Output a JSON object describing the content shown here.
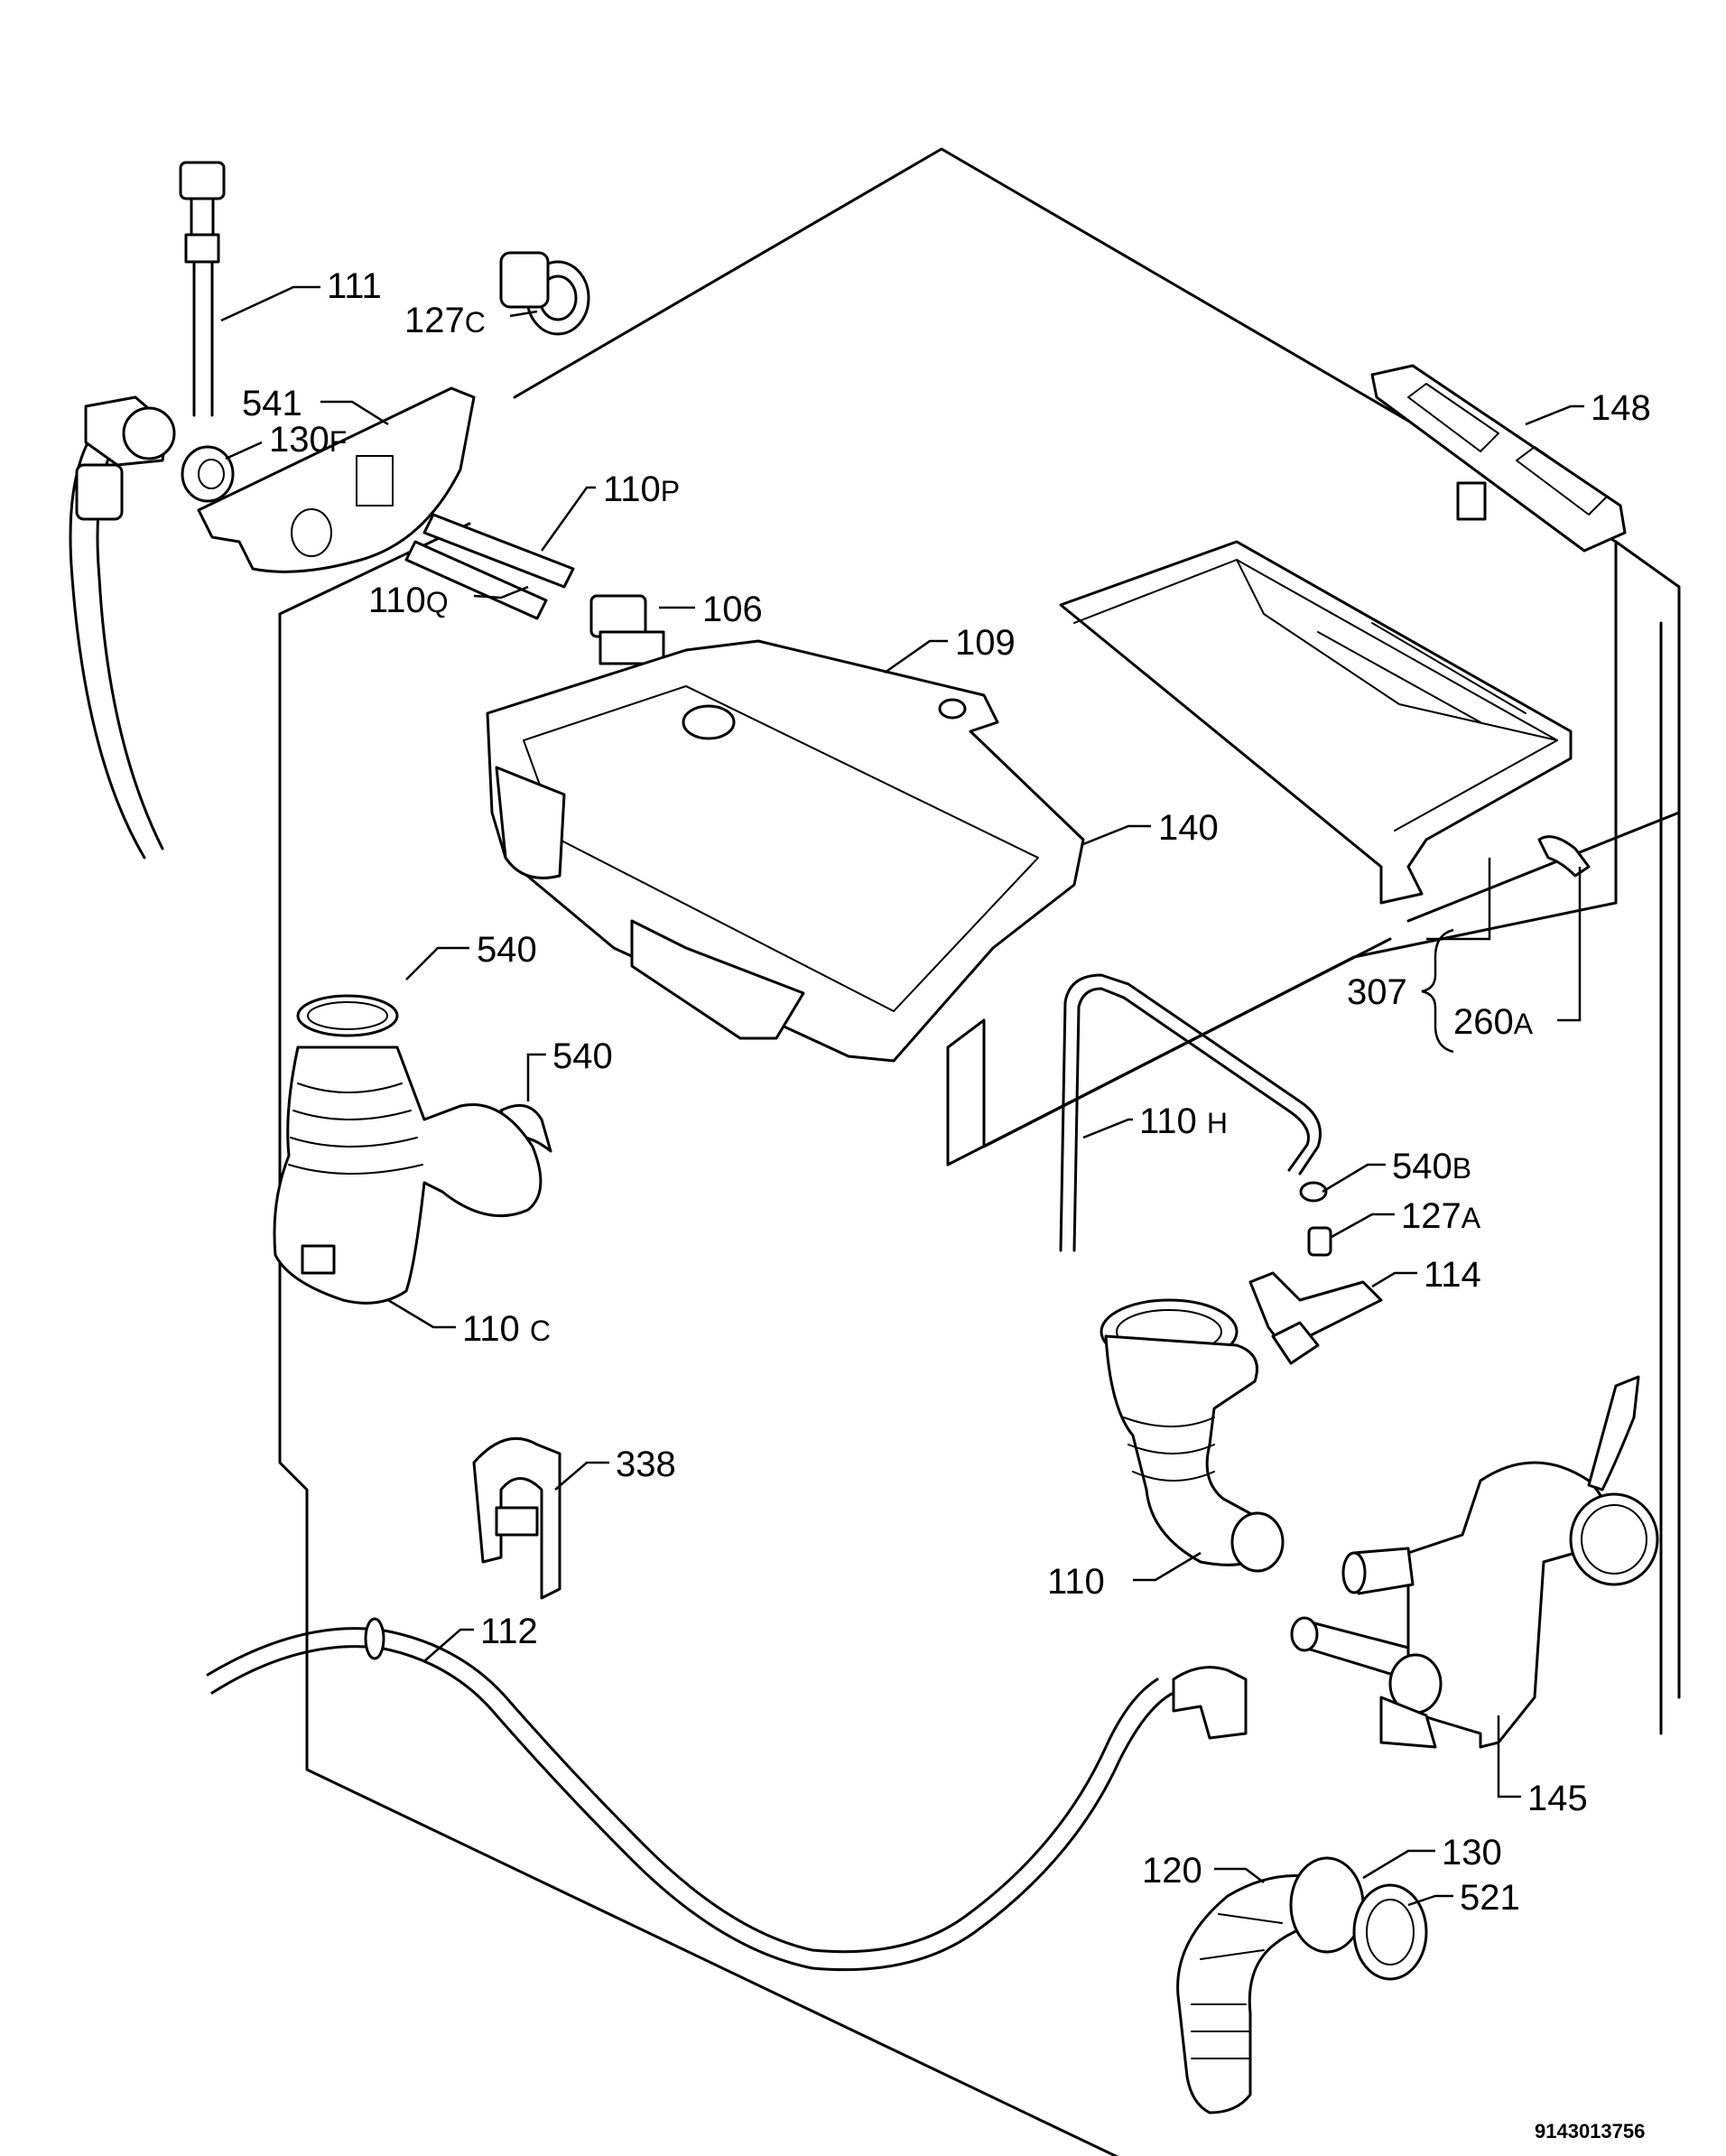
{
  "labels": {
    "l111": "111",
    "l127c": "127",
    "l127c_s": "C",
    "l541": "541",
    "l130f": "130",
    "l130f_s": "F",
    "l110p": "110",
    "l110p_s": "P",
    "l110q": "110",
    "l110q_s": "Q",
    "l106": "106",
    "l109": "109",
    "l148": "148",
    "l140": "140",
    "l540a": "540",
    "l540b": "540",
    "l307": "307",
    "l260a": "260",
    "l260a_s": "A",
    "l110h": "110",
    "l110h_s": "H",
    "l540bb": "540",
    "l540bb_s": "B",
    "l127a": "127",
    "l127a_s": "A",
    "l110c": "110",
    "l110c_s": "C",
    "l114": "114",
    "l338": "338",
    "l110": "110",
    "l112": "112",
    "l145": "145",
    "l130": "130",
    "l120": "120",
    "l521": "521"
  },
  "document_number": "9143013756"
}
